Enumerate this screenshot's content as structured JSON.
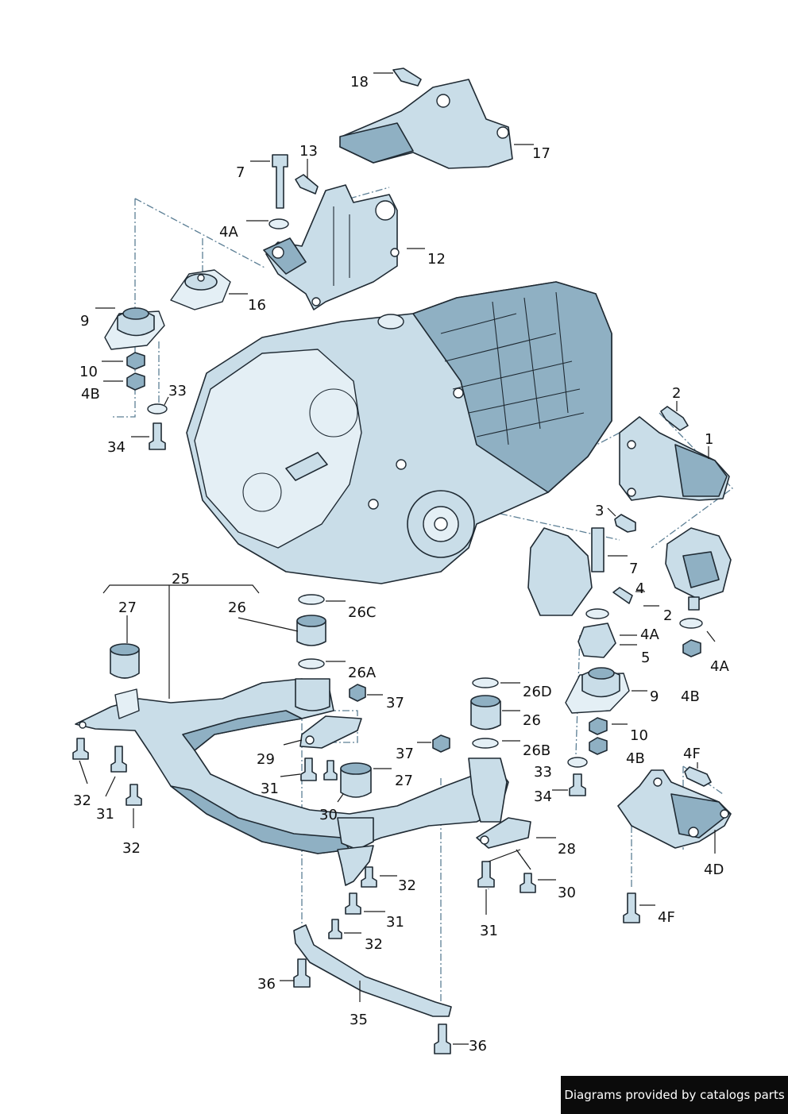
{
  "callouts": [
    {
      "label": "18"
    },
    {
      "label": "17"
    },
    {
      "label": "13"
    },
    {
      "label": "7"
    },
    {
      "label": "4A"
    },
    {
      "label": "12"
    },
    {
      "label": "16"
    },
    {
      "label": "9"
    },
    {
      "label": "10"
    },
    {
      "label": "4B"
    },
    {
      "label": "33"
    },
    {
      "label": "34"
    },
    {
      "label": "2"
    },
    {
      "label": "1"
    },
    {
      "label": "3"
    },
    {
      "label": "7"
    },
    {
      "label": "4"
    },
    {
      "label": "2"
    },
    {
      "label": "4A"
    },
    {
      "label": "5"
    },
    {
      "label": "4A"
    },
    {
      "label": "4B"
    },
    {
      "label": "9"
    },
    {
      "label": "10"
    },
    {
      "label": "4B"
    },
    {
      "label": "33"
    },
    {
      "label": "34"
    },
    {
      "label": "4F"
    },
    {
      "label": "4D"
    },
    {
      "label": "4F"
    },
    {
      "label": "25"
    },
    {
      "label": "27"
    },
    {
      "label": "26"
    },
    {
      "label": "26C"
    },
    {
      "label": "26A"
    },
    {
      "label": "37"
    },
    {
      "label": "29"
    },
    {
      "label": "31"
    },
    {
      "label": "32"
    },
    {
      "label": "31"
    },
    {
      "label": "32"
    },
    {
      "label": "30"
    },
    {
      "label": "27"
    },
    {
      "label": "37"
    },
    {
      "label": "26D"
    },
    {
      "label": "26"
    },
    {
      "label": "26B"
    },
    {
      "label": "28"
    },
    {
      "label": "32"
    },
    {
      "label": "31"
    },
    {
      "label": "32"
    },
    {
      "label": "30"
    },
    {
      "label": "31"
    },
    {
      "label": "36"
    },
    {
      "label": "35"
    },
    {
      "label": "36"
    }
  ],
  "footer": {
    "credit": "Diagrams provided by catalogs parts"
  },
  "colors": {
    "part_fill": "#c9dde8",
    "part_shade": "#8fb0c3",
    "outline": "#1f2a33",
    "dash_line": "#5c7f95",
    "credit_bg": "#0b0b0b"
  }
}
